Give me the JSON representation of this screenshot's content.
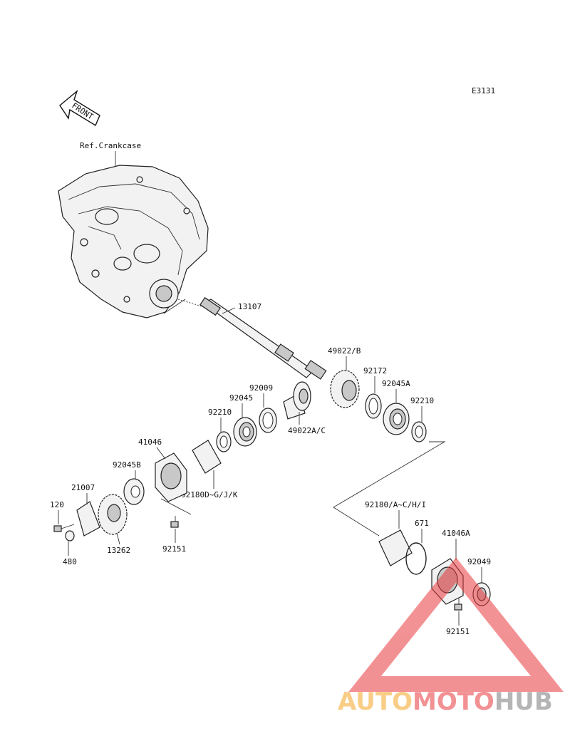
{
  "diagram": {
    "code": "E3131",
    "front_label": "FRONT",
    "crankcase_label": "Ref.Crankcase",
    "labels": {
      "p13107": "13107",
      "p49022b": "49022/B",
      "p92172": "92172",
      "p92045a": "92045A",
      "p92210_right": "92210",
      "p92009": "92009",
      "p92045": "92045",
      "p92210_left": "92210",
      "p49022ac": "49022A/C",
      "p41046": "41046",
      "p92045b": "92045B",
      "p21007": "21007",
      "p120": "120",
      "p480": "480",
      "p13262": "13262",
      "p92151_left": "92151",
      "p92180dgjk": "92180D~G/J/K",
      "p92180achi": "92180/A~C/H/I",
      "p671": "671",
      "p41046a": "41046A",
      "p92049": "92049",
      "p92151_right": "92151"
    }
  },
  "watermark": {
    "part1": "AUTO",
    "part2": "MOTO",
    "part3": "HUB",
    "color1": "#f5a623",
    "color2": "#e8383d",
    "color3": "#7a7a7a"
  }
}
